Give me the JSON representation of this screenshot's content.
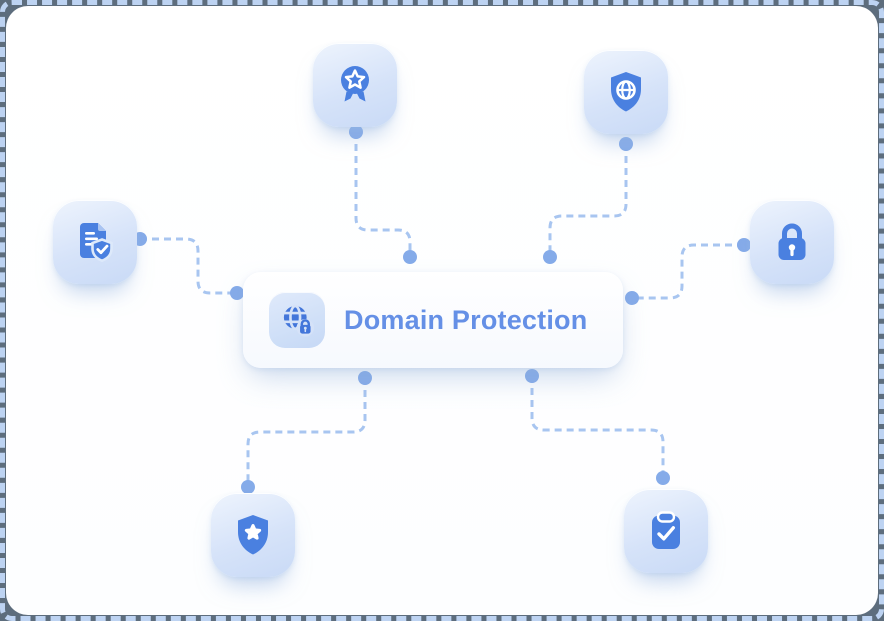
{
  "diagram": {
    "center": {
      "label": "Domain Protection",
      "icon": "globe-lock-icon"
    },
    "nodes": [
      {
        "id": "award-medal",
        "icon": "award-medal-icon",
        "position": "top-left"
      },
      {
        "id": "shield-globe",
        "icon": "shield-globe-icon",
        "position": "top-right"
      },
      {
        "id": "document-shield-check",
        "icon": "document-shield-check-icon",
        "position": "left"
      },
      {
        "id": "padlock",
        "icon": "padlock-icon",
        "position": "right"
      },
      {
        "id": "shield-star",
        "icon": "shield-star-icon",
        "position": "bottom-left"
      },
      {
        "id": "clipboard-check",
        "icon": "clipboard-check-icon",
        "position": "bottom-right"
      }
    ],
    "colors": {
      "icon_blue": "#4a80e0",
      "center_icon_blue": "#4376da",
      "tile_bg_light": "#eef4fd",
      "tile_bg_dark": "#c9daf6",
      "connector_line": "#a8c5f0",
      "connector_dot": "#85abe9",
      "title_text": "#6590e6",
      "panel_bg": "#ffffff",
      "frame_dash": "#bdd3f2",
      "page_edge": "#5d6d7d"
    }
  }
}
